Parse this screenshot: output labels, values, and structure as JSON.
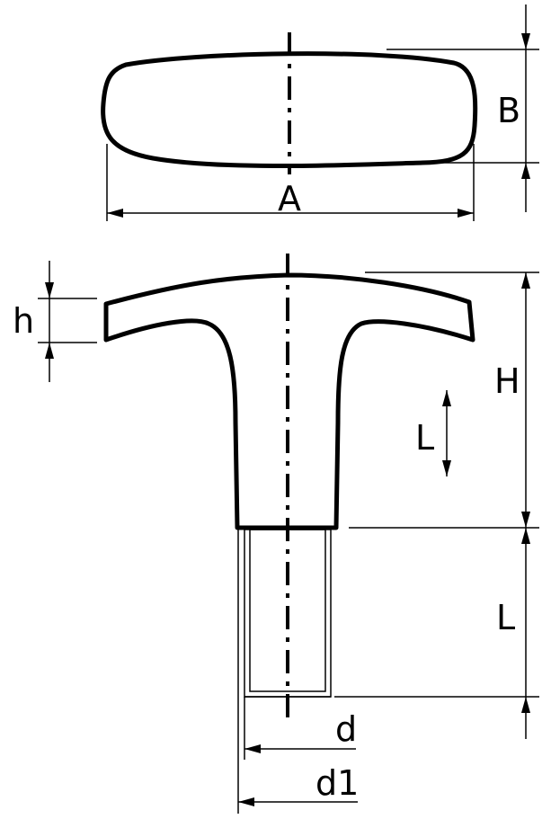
{
  "labels": {
    "A": "A",
    "B": "B",
    "h": "h",
    "H": "H",
    "L_travel": "L",
    "L_thread": "L",
    "d": "d",
    "d1": "d1"
  },
  "icons": [
    "double-arrow-icon"
  ]
}
